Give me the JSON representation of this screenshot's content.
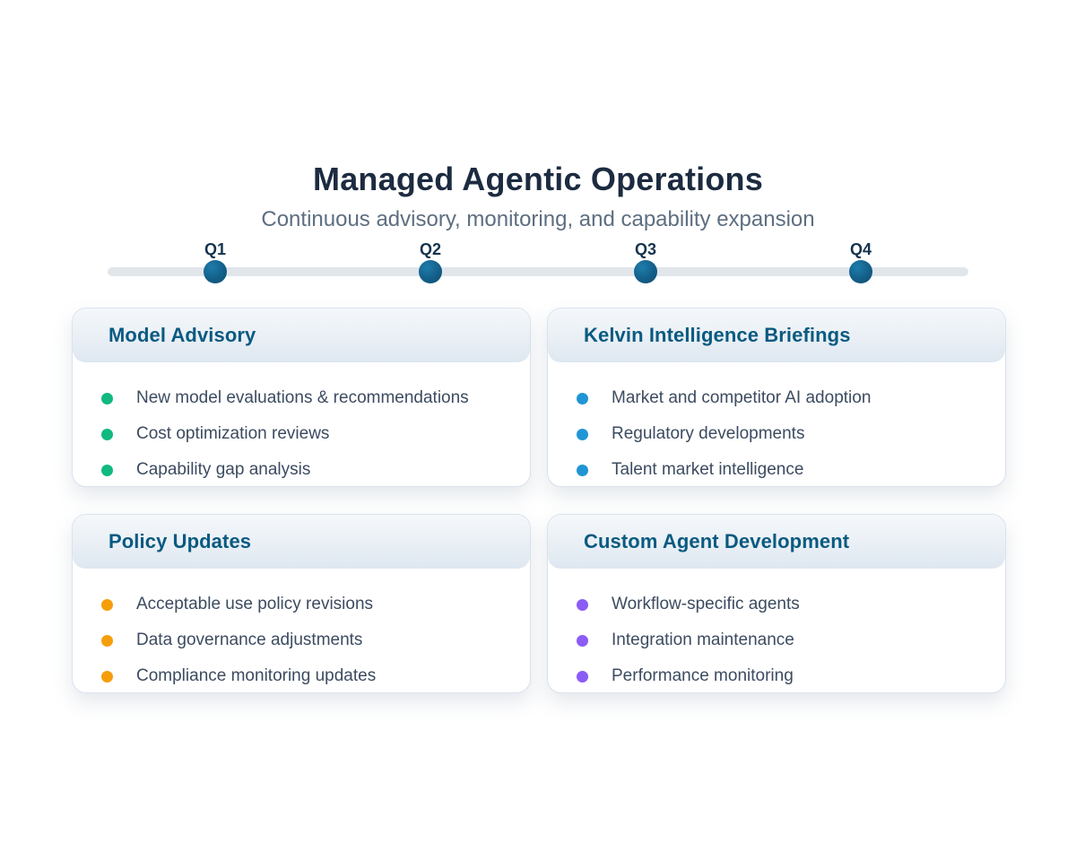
{
  "page": {
    "title": "Managed Agentic Operations",
    "subtitle": "Continuous advisory, monitoring, and capability expansion"
  },
  "timeline": {
    "milestones": [
      {
        "label": "Q1"
      },
      {
        "label": "Q2"
      },
      {
        "label": "Q3"
      },
      {
        "label": "Q4"
      }
    ],
    "bar_color": "#e1e6eb",
    "dot_color": "#135f89"
  },
  "cards": [
    {
      "title": "Model Advisory",
      "bullet_color": "#10b981",
      "items": [
        "New model evaluations & recommendations",
        "Cost optimization reviews",
        "Capability gap analysis"
      ]
    },
    {
      "title": "Kelvin Intelligence Briefings",
      "bullet_color": "#2095d5",
      "items": [
        "Market and competitor AI adoption",
        "Regulatory developments",
        "Talent market intelligence"
      ]
    },
    {
      "title": "Policy Updates",
      "bullet_color": "#f59e0b",
      "items": [
        "Acceptable use policy revisions",
        "Data governance adjustments",
        "Compliance monitoring updates"
      ]
    },
    {
      "title": "Custom Agent Development",
      "bullet_color": "#8b5cf6",
      "items": [
        "Workflow-specific agents",
        "Integration maintenance",
        "Performance monitoring"
      ]
    }
  ],
  "colors": {
    "title_text": "#1c2b40",
    "subtitle_text": "#5e6e80",
    "card_title_text": "#0a5a81",
    "item_text": "#3c4b60",
    "milestone_label_text": "#15334d"
  }
}
